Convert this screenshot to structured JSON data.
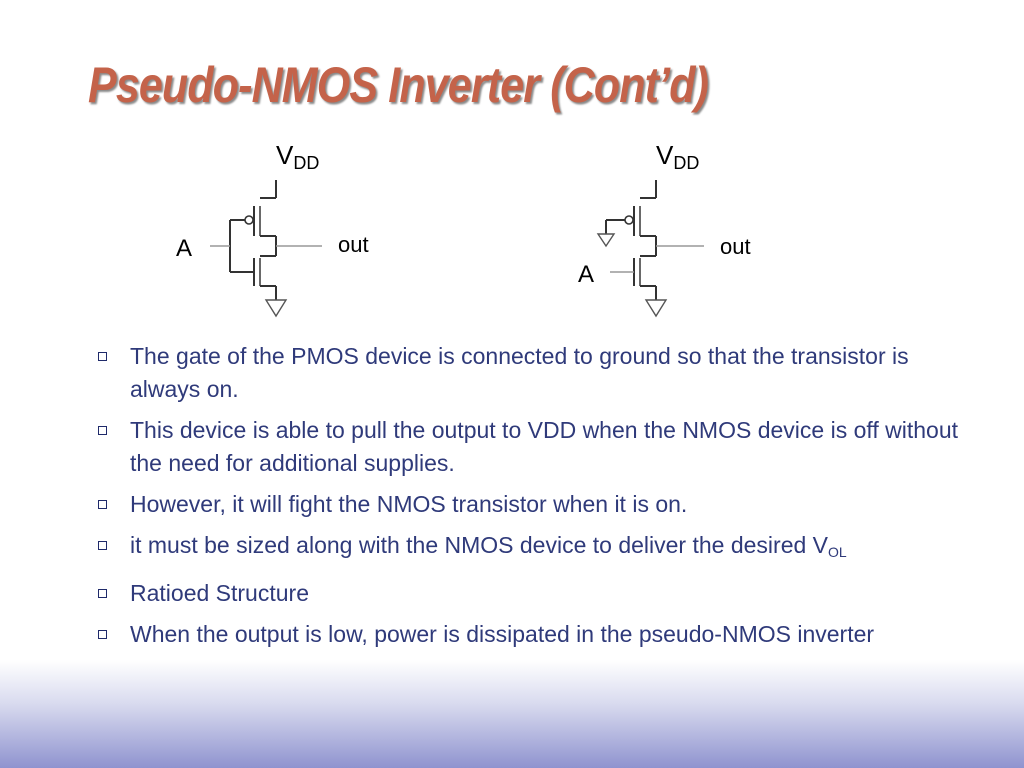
{
  "slide": {
    "title": "Pseudo-NMOS Inverter (Cont’d)"
  },
  "circuits": {
    "left": {
      "supply_main": "V",
      "supply_sub": "DD",
      "input": "A",
      "output": "out"
    },
    "right": {
      "supply_main": "V",
      "supply_sub": "DD",
      "input": "A",
      "output": "out"
    }
  },
  "bullets": [
    {
      "text": "The gate of the PMOS device is connected to ground so that the transistor is always on."
    },
    {
      "text": "This device is able to pull the output to VDD when the NMOS device is off without the need for additional supplies."
    },
    {
      "text": "However, it will fight the NMOS transistor when it is on."
    },
    {
      "text": "it must be sized along with the NMOS device to deliver the desired V",
      "sub": "OL"
    },
    {
      "text": "Ratioed Structure"
    },
    {
      "text": "When the output is low, power is dissipated in the pseudo-NMOS inverter"
    }
  ],
  "colors": {
    "title": "#c4634a",
    "body_text": "#2f3a7a",
    "footer_gradient": "#8f93cf"
  }
}
